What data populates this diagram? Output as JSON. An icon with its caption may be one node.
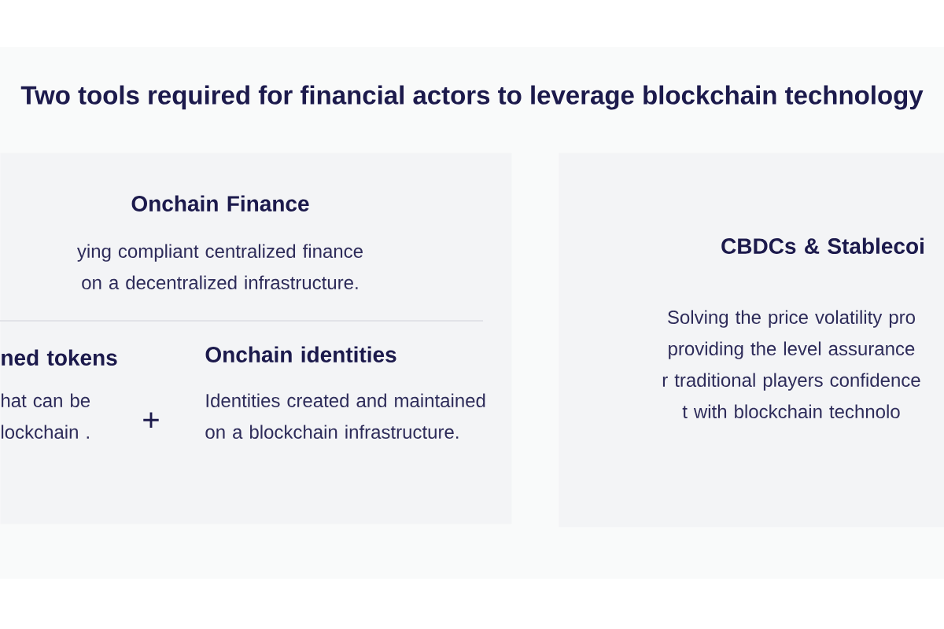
{
  "diagram": {
    "title": "Two tools required  for  financial actors to leverage  blockchain technology",
    "nodes": [
      {
        "text": [
          "Onchain Finance",
          "ying compliant centralized finance on a decentralized infrastructure."
        ]
      },
      {
        "text": [
          "ned tokens",
          "hat can be lockchain ."
        ],
        "in": 0
      },
      {
        "text": [
          "Onchain identities",
          "Identities created and maintained on a blockchain infrastructure."
        ],
        "in": 0
      },
      {
        "text": [
          "CBDCs & Stablecoi",
          "Solving the price volatility pro providing the level assurance r traditional players confidence t with blockchain technolo"
        ]
      }
    ],
    "labels": [
      "+"
    ]
  }
}
